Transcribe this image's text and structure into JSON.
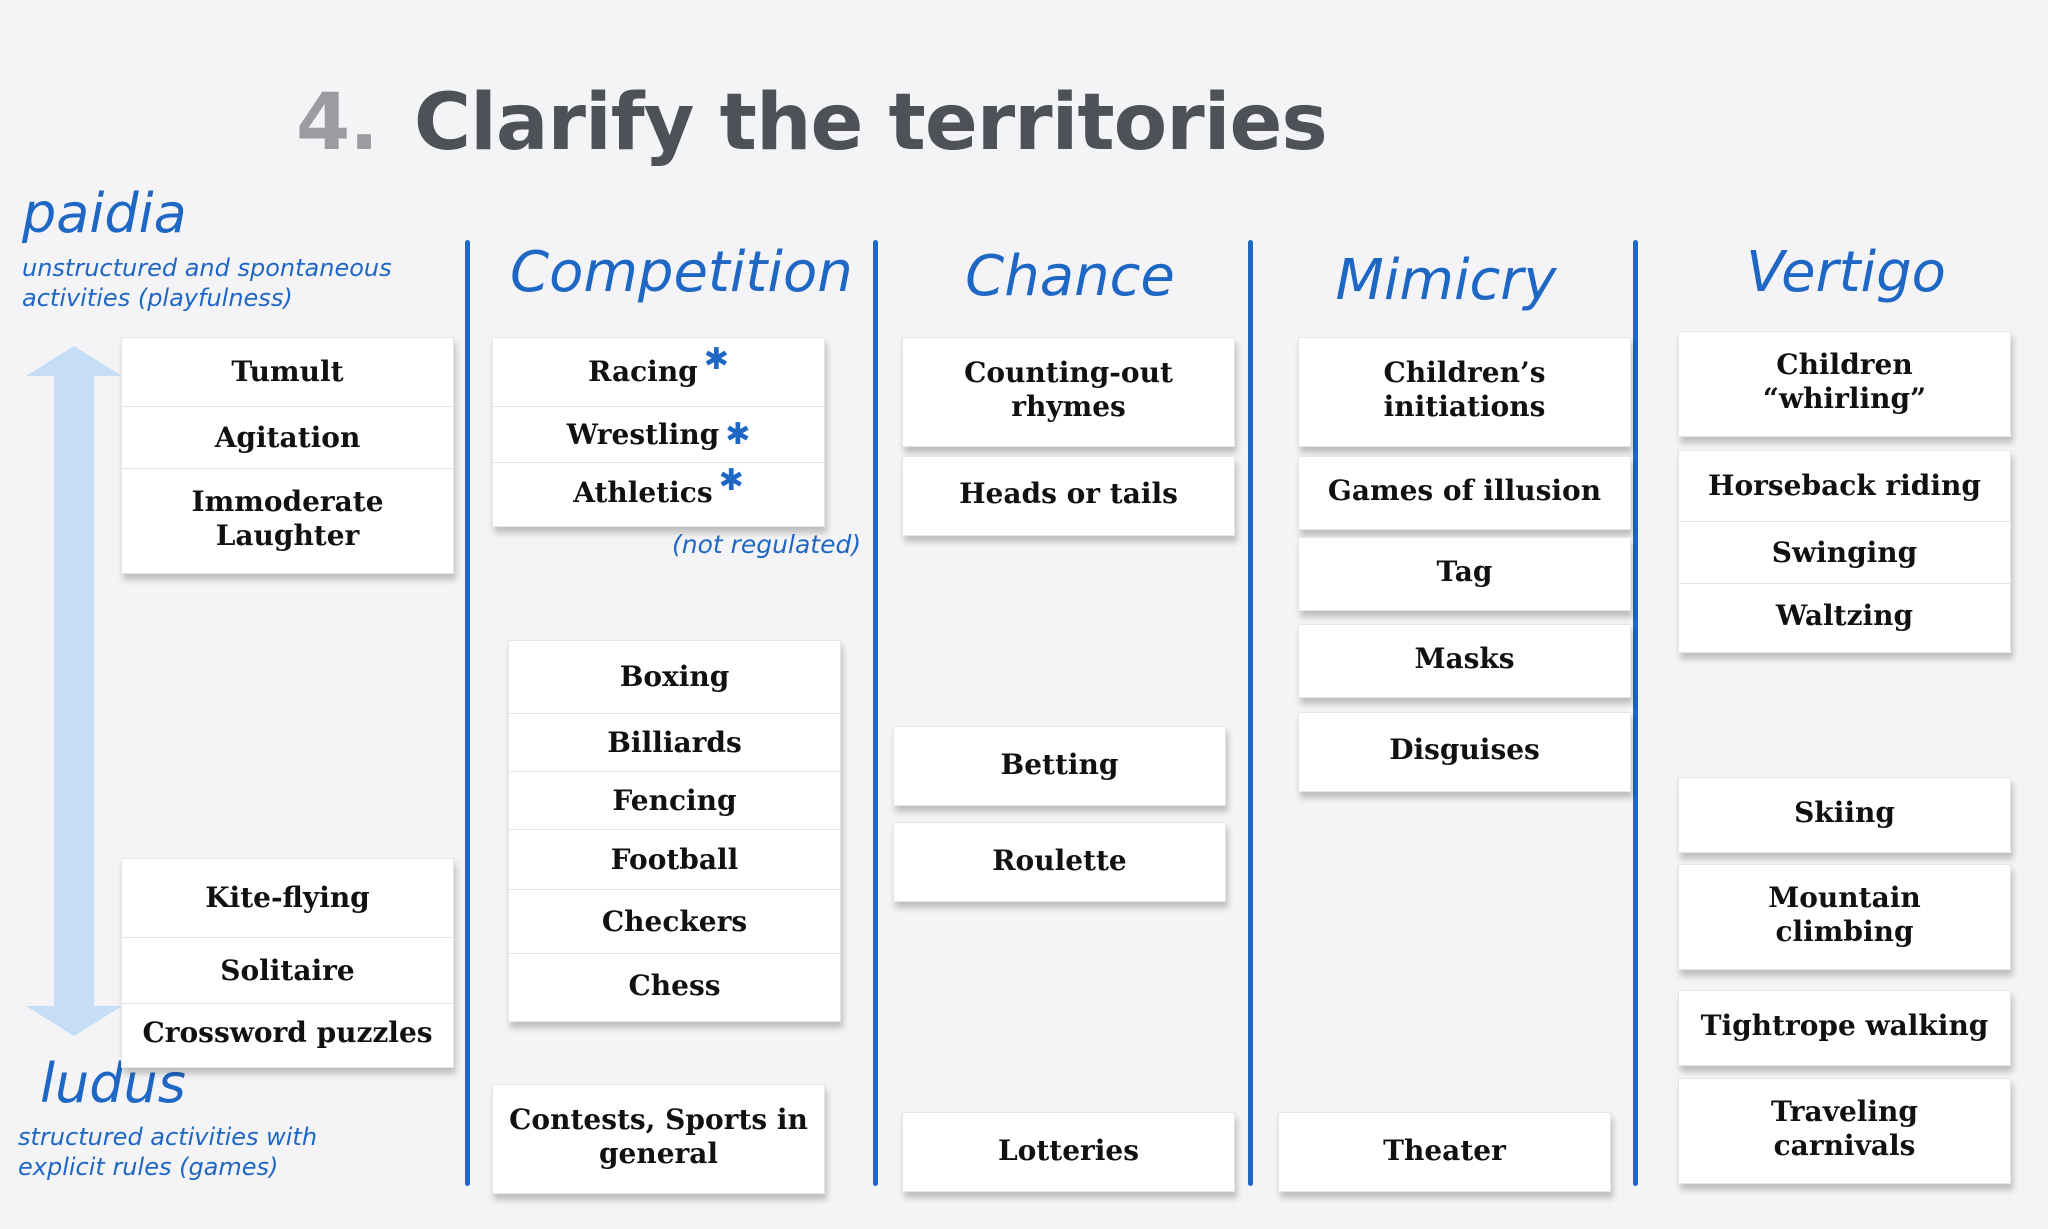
{
  "title": {
    "number": "4.",
    "text": "Clarify the territories"
  },
  "paidia": {
    "label": "paidia",
    "description": [
      "unstructured and spontaneous",
      "activities (playfulness)"
    ]
  },
  "ludus": {
    "label": "ludus",
    "description": [
      "structured activities with",
      "explicit rules (games)"
    ]
  },
  "columns": [
    {
      "name": "Competition",
      "note": "(not regulated)"
    },
    {
      "name": "Chance"
    },
    {
      "name": "Mimicry"
    },
    {
      "name": "Vertigo"
    }
  ],
  "icons": {
    "spectrum_arrow": "double-headed-arrow-icon",
    "star": "asterisk-icon"
  },
  "colors": {
    "accent": "#1f67c4",
    "arrow": "#c5ddf5",
    "title": "#4d5259"
  },
  "cards": {
    "paidia_top": [
      "Tumult",
      "Agitation",
      "Immoderate Laughter"
    ],
    "paidia_bottom": [
      "Kite-flying",
      "Solitaire",
      "Crossword puzzles"
    ],
    "competition_top": [
      "Racing",
      "Wrestling",
      "Athletics"
    ],
    "competition_mid": [
      "Boxing",
      "Billiards",
      "Fencing",
      "Football",
      "Checkers",
      "Chess"
    ],
    "competition_bottom": [
      "Contests, Sports in general"
    ],
    "chance_counting": [
      "Counting-out rhymes"
    ],
    "chance_heads": [
      "Heads or tails"
    ],
    "chance_betting": [
      "Betting"
    ],
    "chance_roulette": [
      "Roulette"
    ],
    "chance_lotteries": [
      "Lotteries"
    ],
    "mimicry_initiations": [
      "Children’s initiations"
    ],
    "mimicry_illusion": [
      "Games of illusion"
    ],
    "mimicry_tag": [
      "Tag"
    ],
    "mimicry_masks": [
      "Masks"
    ],
    "mimicry_disguises": [
      "Disguises"
    ],
    "mimicry_theater": [
      "Theater"
    ],
    "vertigo_whirling": [
      "Children “whirling”"
    ],
    "vertigo_group": [
      "Horseback riding",
      "Swinging",
      "Waltzing"
    ],
    "vertigo_skiing": [
      "Skiing"
    ],
    "vertigo_mountain": [
      "Mountain climbing"
    ],
    "vertigo_tightrope": [
      "Tightrope walking"
    ],
    "vertigo_carnivals": [
      "Traveling carnivals"
    ]
  }
}
